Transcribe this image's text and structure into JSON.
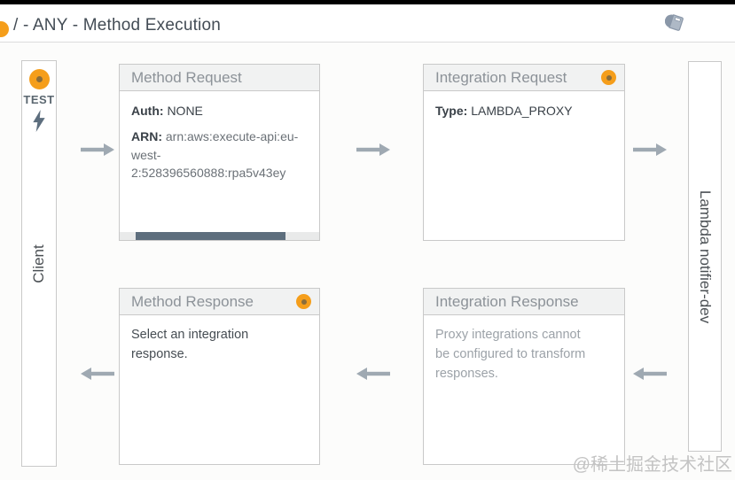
{
  "header": {
    "title": "/ - ANY - Method Execution",
    "status_icon": "orange-dot-icon",
    "logs_icon": "notebook-icon"
  },
  "client": {
    "label": "Client",
    "test_button": {
      "label": "TEST",
      "icon": "lightning-bolt-icon",
      "status_icon": "orange-dot-icon"
    }
  },
  "boxes": {
    "method_request": {
      "title": "Method Request",
      "fields": [
        {
          "label": "Auth:",
          "value": "NONE"
        },
        {
          "label": "ARN:",
          "value": "arn:aws:execute-api:eu-west-2:528396560888:rpa5v43ey"
        }
      ],
      "has_status_dot": false,
      "has_horizontal_scrollbar": true
    },
    "integration_request": {
      "title": "Integration Request",
      "fields": [
        {
          "label": "Type:",
          "value": "LAMBDA_PROXY"
        }
      ],
      "has_status_dot": true
    },
    "method_response": {
      "title": "Method Response",
      "message": "Select an integration response.",
      "has_status_dot": true
    },
    "integration_response": {
      "title": "Integration Response",
      "message": "Proxy integrations cannot be configured to transform responses.",
      "has_status_dot": false
    }
  },
  "lambda_target": {
    "label": "Lambda notifier-dev"
  },
  "watermark": "@稀土掘金技术社区",
  "colors": {
    "accent_orange": "#F59E1B",
    "status_dot_center": "#8A6D3B",
    "slate": "#5D6E7E",
    "arrow": "#9FA9B2",
    "box_border": "#C9C9C9",
    "box_header_bg": "#F1F2F2",
    "box_header_text": "#8C9298",
    "title_text": "#434C55",
    "muted_text": "#9CA2A8"
  }
}
